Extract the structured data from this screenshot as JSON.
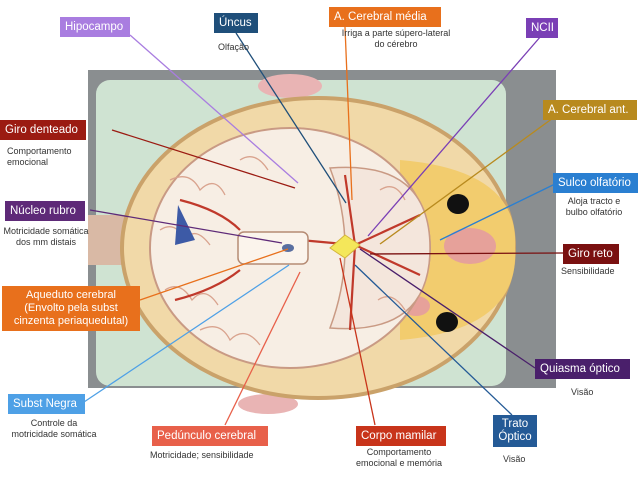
{
  "colors": {
    "purple": "#a97de0",
    "navy": "#1f4f7a",
    "orange": "#e8701c",
    "violet": "#7a3fb5",
    "gold": "#b88a1e",
    "darkred": "#9b1b12",
    "dpurple": "#5e2a78",
    "blue": "#2a7fd1",
    "maroon": "#7a1010",
    "dviolet": "#4a1f6b",
    "lightblue": "#4ea0e6",
    "coral": "#e8604a",
    "brick": "#c8341a",
    "steel": "#245a96"
  },
  "labels": {
    "hipocampo": "Hipocampo",
    "uncus": "Úncus",
    "uncus_sub": "Olfação",
    "acm": "A. Cerebral média",
    "acm_sub": "Irriga a parte súpero-lateral\ndo cérebro",
    "ncii": "NCII",
    "aca": "A. Cerebral ant.",
    "giro_denteado": "Giro denteado",
    "giro_denteado_sub": "Comportamento\nemocional",
    "sulco": "Sulco olfatório",
    "sulco_sub": "Aloja tracto e\nbulbo olfatório",
    "nucleo": "Núcleo rubro",
    "nucleo_sub": "Motricidade somática\ndos mm distais",
    "giro_reto": "Giro reto",
    "giro_reto_sub": "Sensibilidade",
    "aqueduto": "Aqueduto cerebral\n(Envolto pela subst\ncinzenta periaquedutal)",
    "quiasma": "Quiasma óptico",
    "quiasma_sub": "Visão",
    "subst": "Subst Negra",
    "subst_sub": "Controle da\nmotricidade somática",
    "pedunculo": "Pedúnculo cerebral",
    "pedunculo_sub": "Motricidade; sensibilidade",
    "corpo": "Corpo mamilar",
    "corpo_sub": "Comportamento\nemocional e memória",
    "trato": "Trato\nÓptico",
    "trato_sub": "Visão"
  }
}
